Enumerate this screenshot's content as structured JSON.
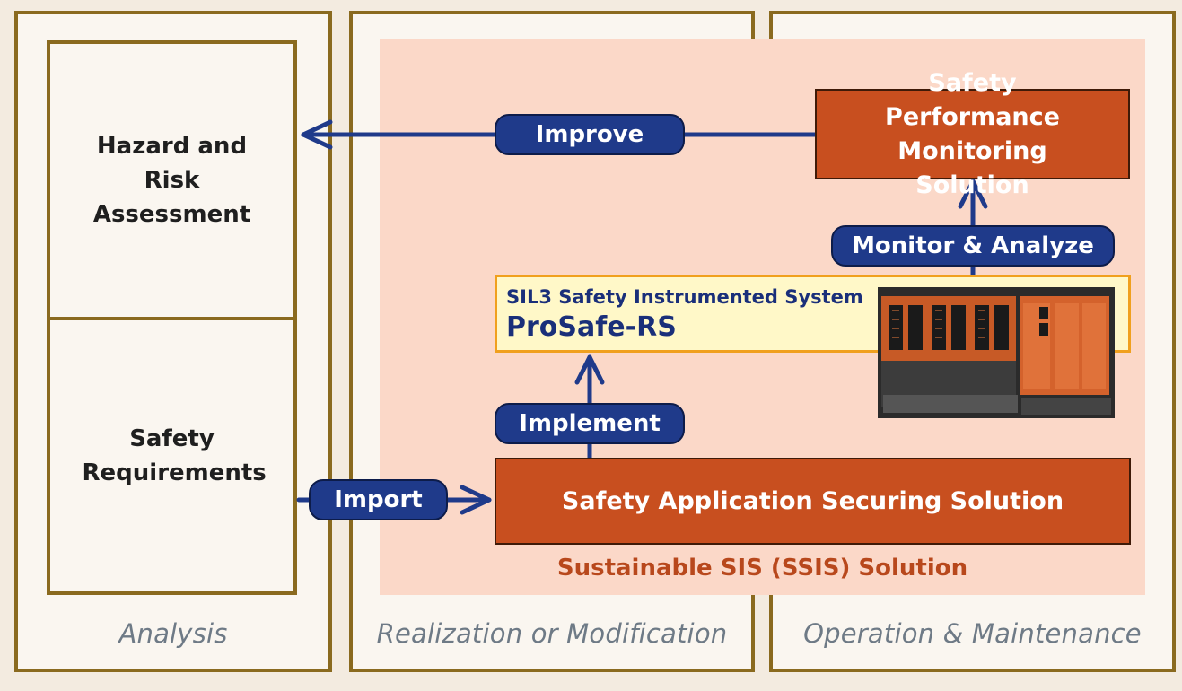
{
  "phases": {
    "analysis": "Analysis",
    "realization": "Realization or Modification",
    "operation": "Operation & Maintenance"
  },
  "analysis_boxes": {
    "hazard": "Hazard and Risk Assessment",
    "requirements": "Safety Requirements"
  },
  "solutions": {
    "monitoring": "Safety Performance Monitoring Solution",
    "securing": "Safety Application Securing Solution",
    "ssis_label": "Sustainable SIS (SSIS) Solution"
  },
  "sis": {
    "subtitle": "SIL3 Safety Instrumented System",
    "product": "ProSafe-RS"
  },
  "steps": {
    "improve": "Improve",
    "monitor": "Monitor & Analyze",
    "implement": "Implement",
    "import": "Import"
  },
  "colors": {
    "phase_border": "#8a6a1f",
    "solution_orange": "#c84f1f",
    "arrow_blue": "#1f3a8a",
    "ssis_region": "#fbd8c8"
  }
}
